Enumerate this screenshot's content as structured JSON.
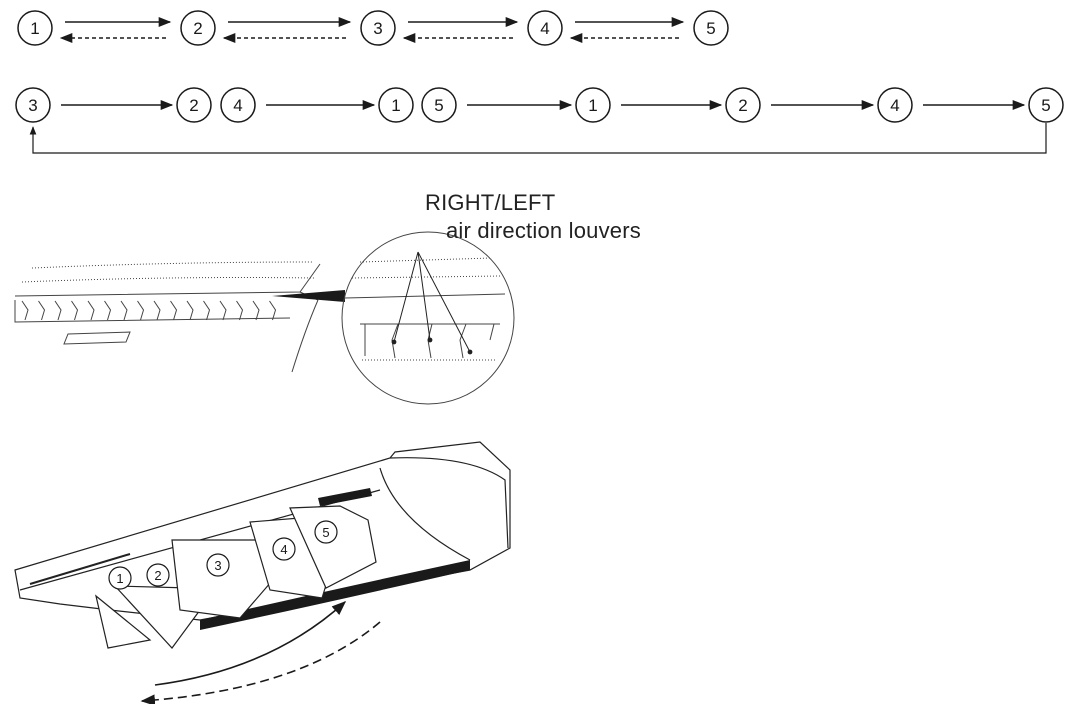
{
  "sequence_bidirectional": [
    "1",
    "2",
    "3",
    "4",
    "5"
  ],
  "sequence_cycle": [
    "3",
    "2",
    "4",
    "1",
    "5",
    "1",
    "2",
    "4",
    "5"
  ],
  "louver_label": {
    "title": "RIGHT/LEFT",
    "subtitle": "air direction louvers"
  },
  "airflow_positions": [
    "1",
    "2",
    "3",
    "4",
    "5"
  ],
  "colors": {
    "line": "#1a1a1a",
    "background": "#ffffff"
  }
}
